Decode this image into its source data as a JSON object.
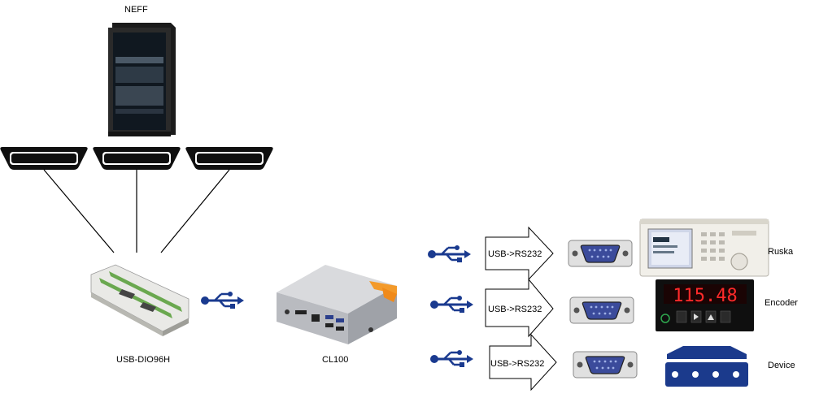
{
  "labels": {
    "neff": "NEFF",
    "usb_dio": "USB-DIO96H",
    "cl100": "CL100",
    "ruska": "Ruska",
    "encoder": "Encoder",
    "device": "Device"
  },
  "converters": [
    {
      "label": "USB->RS232"
    },
    {
      "label": "USB->RS232"
    },
    {
      "label": "USB->RS232"
    }
  ],
  "encoder_display": "115.48",
  "icons": [
    "server-rack-icon",
    "db25-connector-icon",
    "usb-icon",
    "db9-connector-icon",
    "mini-pc-icon",
    "daq-board-icon",
    "pressure-controller-icon",
    "led-panel-meter-icon",
    "generic-device-icon"
  ],
  "colors": {
    "usb_blue": "#1a3a8f",
    "connector_dark": "#111111",
    "device_blue": "#1b3a8c",
    "led_red": "#ff2a2a"
  }
}
